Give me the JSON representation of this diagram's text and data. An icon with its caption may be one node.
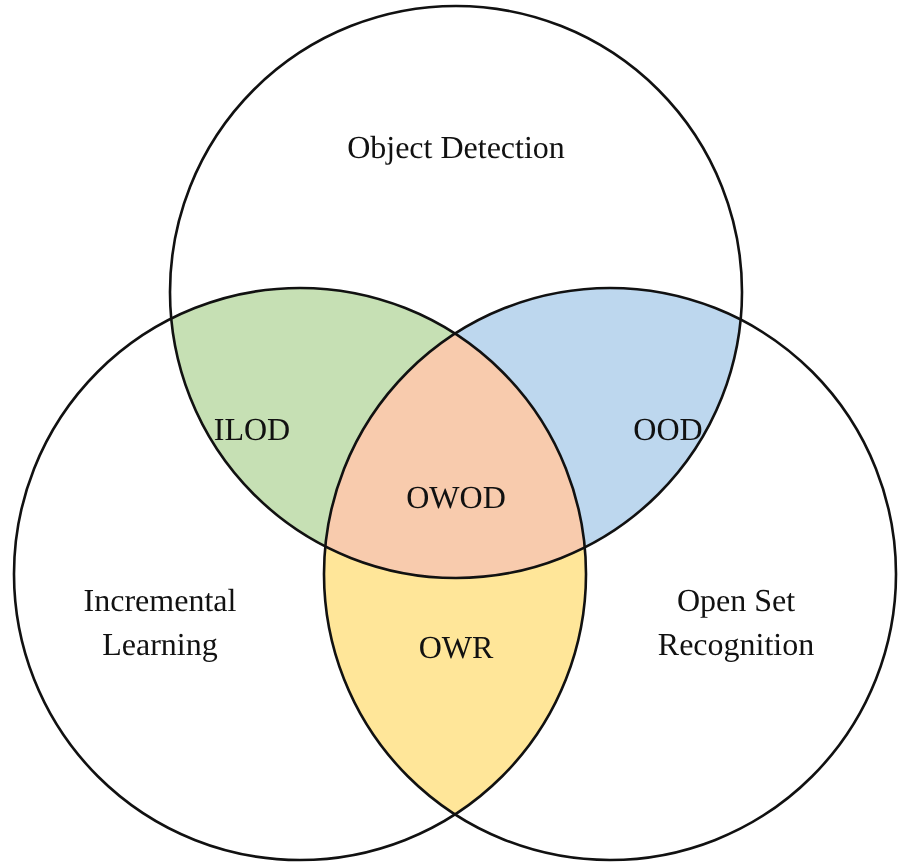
{
  "diagram": {
    "nodes": [
      {
        "text": [
          "Object Detection"
        ]
      },
      {
        "text": [
          "Incremental Learning"
        ]
      },
      {
        "text": [
          "Open Set Recognition"
        ]
      },
      {
        "text": [
          "ILOD"
        ]
      },
      {
        "text": [
          "OOD"
        ]
      },
      {
        "text": [
          "OWOD"
        ]
      },
      {
        "text": [
          "OWR"
        ]
      }
    ]
  }
}
